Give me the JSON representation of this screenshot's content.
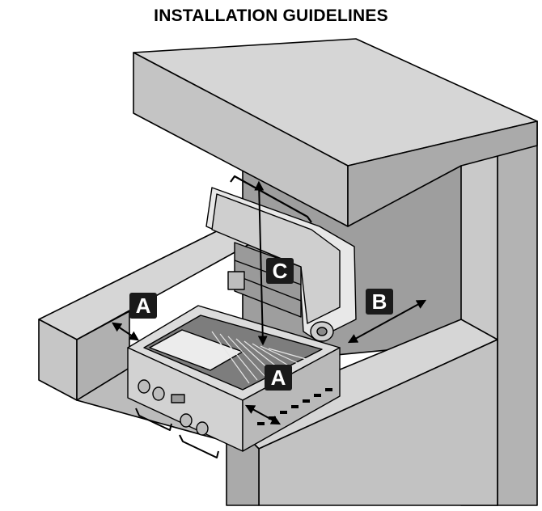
{
  "title": "INSTALLATION GUIDELINES",
  "labels": {
    "a_left": "A",
    "a_front": "A",
    "b": "B",
    "c": "C"
  },
  "colors": {
    "enclosure_top": "#d6d6d6",
    "enclosure_front": "#c8c8c8",
    "enclosure_side": "#a8a8a8",
    "wall_back": "#9e9e9e",
    "steel_light": "#ececec",
    "steel_mid": "#bdbdbd",
    "outline": "#000000",
    "label_bg": "#1a1a1a"
  },
  "icons": [
    "double-arrow-icon",
    "grill-knob-icon",
    "grill-handle-icon"
  ]
}
